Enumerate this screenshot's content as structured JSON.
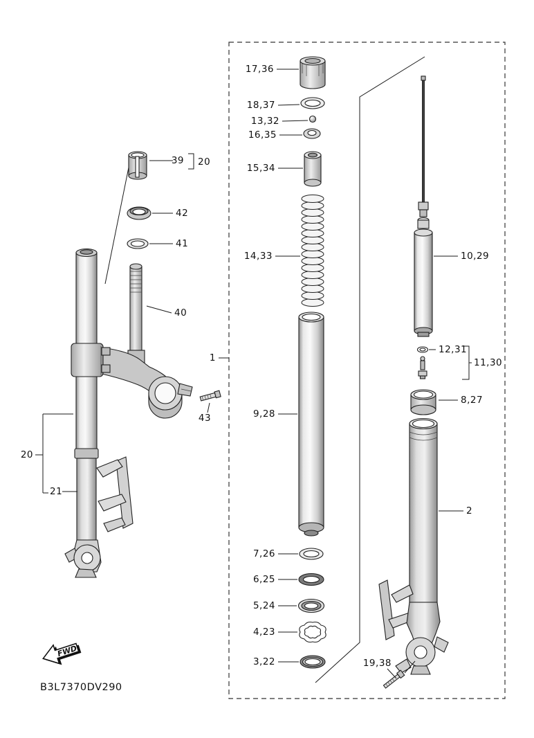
{
  "page": {
    "background": "#ffffff",
    "line_color": "#1a1a1a"
  },
  "footer": {
    "diagram_code": "B3L7370DV290"
  },
  "fwd": {
    "label": "FWD"
  },
  "callouts": {
    "c17_36": "17,36",
    "c18_37": "18,37",
    "c13_32": "13,32",
    "c16_35": "16,35",
    "c15_34": "15,34",
    "c14_33": "14,33",
    "c9_28": "9,28",
    "c7_26": "7,26",
    "c6_25": "6,25",
    "c5_24": "5,24",
    "c4_23": "4,23",
    "c3_22": "3,22",
    "c10_29": "10,29",
    "c12_31": "12,31",
    "c11_30": "11,30",
    "c8_27": "8,27",
    "c2": "2",
    "c19_38": "19,38",
    "c1": "1",
    "c39": "39",
    "c39_group": "20",
    "c42": "42",
    "c41": "41",
    "c40": "40",
    "c43": "43",
    "c20": "20",
    "c21": "21"
  }
}
